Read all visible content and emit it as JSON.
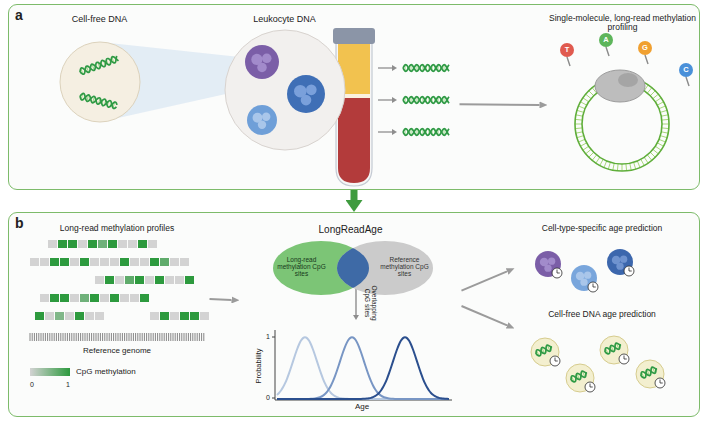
{
  "diagram": {
    "nodes": [
      {
        "text": [
          "a"
        ]
      },
      {
        "text": [
          "Cell-free DNA"
        ],
        "in": 0
      },
      {
        "text": [
          "Leukocyte DNA"
        ],
        "in": 0
      },
      {
        "text": [
          "Single-molecule, long-read methylation profiling"
        ],
        "in": 0
      },
      {
        "text": [
          "b"
        ]
      },
      {
        "text": [
          "Long-read methylation profiles"
        ],
        "in": 4
      },
      {
        "text": [
          "LongReadAge"
        ],
        "in": 4
      },
      {
        "text": [
          "Long-read methylation CpG sites"
        ],
        "in": 6
      },
      {
        "text": [
          "Reference methylation CpG sites"
        ],
        "in": 6
      },
      {
        "text": [
          "Cell-type-specific age prediction"
        ],
        "in": 4
      },
      {
        "text": [
          "Cell-free DNA age prediction"
        ],
        "in": 4
      }
    ],
    "edges": [
      {
        "from": 2,
        "to": 3,
        "arrow": "to"
      },
      {
        "from": 0,
        "to": 4,
        "arrow": "to"
      },
      {
        "from": 5,
        "to": 6,
        "arrow": "to"
      },
      {
        "from": 6,
        "to": 9,
        "arrow": "to"
      },
      {
        "from": 6,
        "to": 10,
        "arrow": "to"
      }
    ],
    "labels": [
      "T",
      "A",
      "G",
      "C",
      "Reference genome",
      "0",
      "1",
      "Overlapping CpG sites",
      "Probability",
      "1",
      "0",
      "Age"
    ],
    "legend": [
      {
        "text": "CpG methylation"
      }
    ]
  }
}
